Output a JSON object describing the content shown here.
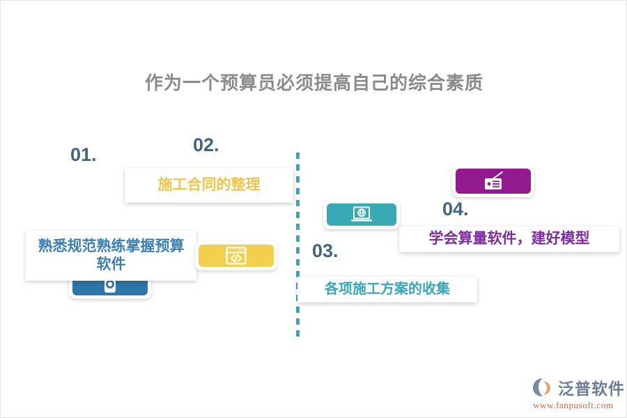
{
  "page": {
    "title": "作为一个预算员必须提高自己的综合素质",
    "background": "#ffffff",
    "title_color": "#8a8a8a",
    "divider_color": "#3aa6b9"
  },
  "steps": [
    {
      "number": "01.",
      "label": "熟悉规范熟练掌握预算软件",
      "text_color": "#3f7fb0",
      "icon_name": "camera-device-icon",
      "icon_color": "#2f76a8"
    },
    {
      "number": "02.",
      "label": "施工合同的整理",
      "text_color": "#f0c44a",
      "icon_name": "code-window-icon",
      "icon_color": "#f2d04e"
    },
    {
      "number": "03.",
      "label": "各项施工方案的收集",
      "text_color": "#3aa6b9",
      "icon_name": "laptop-globe-icon",
      "icon_color": "#39a9b5"
    },
    {
      "number": "04.",
      "label": "学会算量软件，建好模型",
      "text_color": "#7e2d9e",
      "icon_name": "radio-icon",
      "icon_color": "#93198f"
    }
  ],
  "brand": {
    "name": "泛普软件",
    "url": "www.fanpusoft.com",
    "name_color": "#6e7d94",
    "url_color": "#d2633c"
  }
}
